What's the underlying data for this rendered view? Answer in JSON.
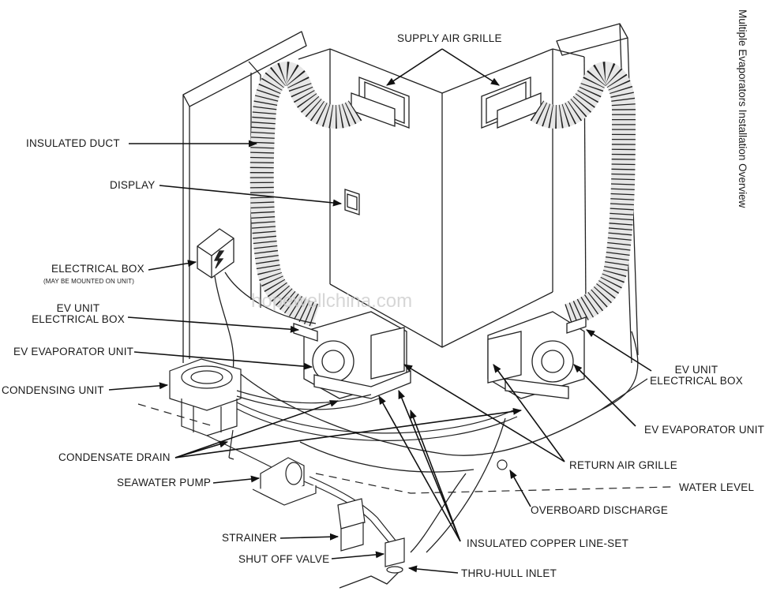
{
  "title": "Multiple Evaporators Installation Overview",
  "watermark": "hopewellchina.com",
  "labels": {
    "supply_air_grille": "SUPPLY AIR GRILLE",
    "insulated_duct": "INSULATED DUCT",
    "display": "DISPLAY",
    "electrical_box": "ELECTRICAL BOX",
    "electrical_box_note": "(MAY BE MOUNTED ON UNIT)",
    "ev_unit_electrical_box_left_1": "EV UNIT",
    "ev_unit_electrical_box_left_2": "ELECTRICAL BOX",
    "ev_evaporator_unit_left": "EV EVAPORATOR UNIT",
    "condensing_unit": "CONDENSING UNIT",
    "condensate_drain": "CONDENSATE DRAIN",
    "seawater_pump": "SEAWATER PUMP",
    "strainer": "STRAINER",
    "shut_off_valve": "SHUT OFF VALVE",
    "thru_hull_inlet": "THRU-HULL INLET",
    "insulated_copper_line_set": "INSULATED COPPER LINE-SET",
    "overboard_discharge": "OVERBOARD DISCHARGE",
    "water_level": "WATER LEVEL",
    "return_air_grille": "RETURN AIR GRILLE",
    "ev_evaporator_unit_right": "EV EVAPORATOR UNIT",
    "ev_unit_electrical_box_right_1": "EV UNIT",
    "ev_unit_electrical_box_right_2": "ELECTRICAL BOX"
  }
}
